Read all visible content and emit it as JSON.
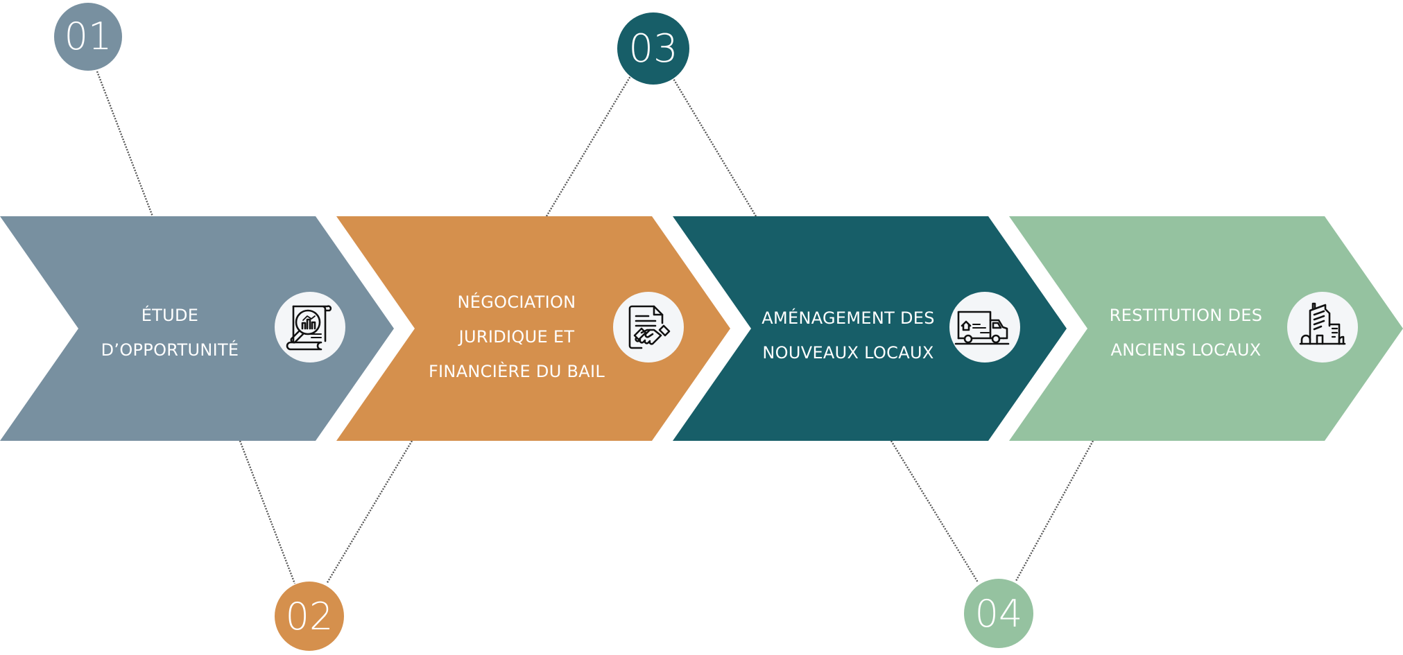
{
  "diagram": {
    "type": "process-chevron-timeline",
    "connector_color": "#555555",
    "icon_circle_color": "#f4f6f8",
    "steps": [
      {
        "number": "01",
        "color": "#7890a0",
        "label_lines": [
          "ÉTUDE",
          "D’OPPORTUNITÉ"
        ],
        "icon": "document-analysis-magnifier-icon",
        "number_position": "top"
      },
      {
        "number": "02",
        "color": "#d5904d",
        "label_lines": [
          "NÉGOCIATION",
          "JURIDIQUE ET",
          "FINANCIÈRE DU BAIL"
        ],
        "icon": "contract-handshake-icon",
        "number_position": "bottom"
      },
      {
        "number": "03",
        "color": "#175e68",
        "label_lines": [
          "AMÉNAGEMENT DES",
          "NOUVEAUX LOCAUX"
        ],
        "icon": "moving-truck-icon",
        "number_position": "top"
      },
      {
        "number": "04",
        "color": "#95c2a0",
        "label_lines": [
          "RESTITUTION DES",
          "ANCIENS LOCAUX"
        ],
        "icon": "office-building-icon",
        "number_position": "bottom"
      }
    ]
  }
}
